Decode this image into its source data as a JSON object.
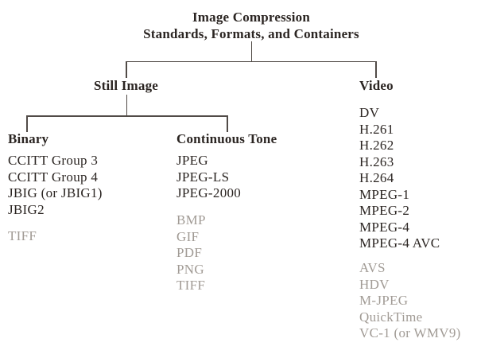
{
  "title": {
    "line1": "Image Compression",
    "line2": "Standards, Formats, and Containers"
  },
  "branches": {
    "still_image": "Still Image",
    "video": "Video",
    "binary": "Binary",
    "continuous_tone": "Continuous Tone"
  },
  "lists": {
    "binary_standards": [
      "CCITT Group 3",
      "CCITT Group 4",
      "JBIG (or JBIG1)",
      "JBIG2"
    ],
    "binary_gray": [
      "TIFF"
    ],
    "continuous_tone_standards": [
      "JPEG",
      "JPEG-LS",
      "JPEG-2000"
    ],
    "continuous_tone_gray": [
      "BMP",
      "GIF",
      "PDF",
      "PNG",
      "TIFF"
    ],
    "video_standards": [
      "DV",
      "H.261",
      "H.262",
      "H.263",
      "H.264",
      "MPEG-1",
      "MPEG-2",
      "MPEG-4",
      "MPEG-4 AVC"
    ],
    "video_gray": [
      "AVS",
      "HDV",
      "M-JPEG",
      "QuickTime",
      "VC-1 (or WMV9)"
    ]
  },
  "colors": {
    "text_dark": "#2b2522",
    "text_gray": "#a19b95",
    "line": "#514b47",
    "background": "#ffffff"
  }
}
